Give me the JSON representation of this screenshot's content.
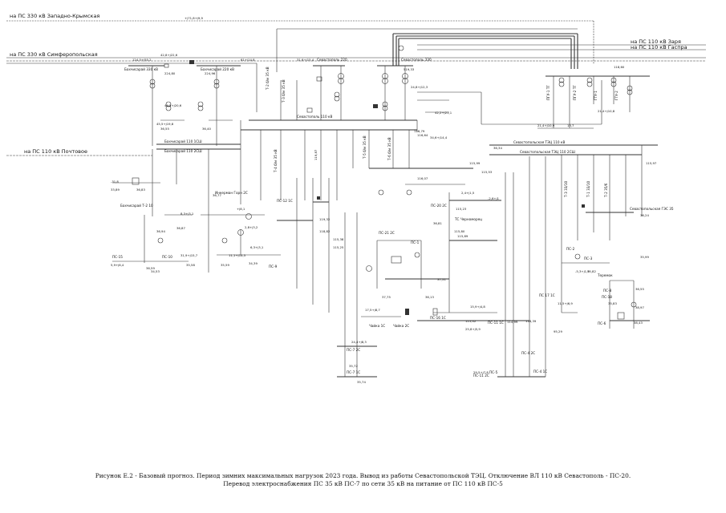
{
  "caption": {
    "line1": "Рисунок Е.2 - Базовый прогноз. Период зимних максимальных нагрузок 2023 года. Вывод из работы Севастопольской ТЭЦ. Отключение ВЛ 110 кВ Севастополь - ПС-20.",
    "line2": "Перевод электроснабжения ПС 35 кВ ПС-7 по сети 35 кВ на питание от ПС 110 кВ ПС-5"
  },
  "lines": {
    "zapadno_krymskaya": "на ПС 330 кВ Западно-Крымская",
    "simferopolskaya": "на ПС 330 кВ Симферопольская",
    "pochtovoe": "на ПС 110 кВ Почтовое",
    "zarya": "на ПС 110 кВ Заря",
    "gaspra": "на ПС 110 кВ Гаспра"
  },
  "substations": {
    "sevastopol_220": "Севастополь 220",
    "sevastopol_330": "Севастополь 330",
    "sevastopol_110": "Севастополь 110 кВ",
    "bakhchisaray_330": "Бахчисарай 330 кВ",
    "bakhchisaray_220": "Бахчисарай 220 кВ",
    "bakhchisaray_110_1": "Бахчисарай 110 1СШ",
    "bakhchisaray_110_2": "Бахчисарай 110 2СШ",
    "bakhchisaray_t2": "Бахчисарай Т-2 10",
    "inkerman_gory": "Инкерман Горн 2С",
    "ps12": "ПС-12 1С",
    "sevastopol_tec": "Севастопольская ТЭЦ 110 кВ",
    "sevastopol_tec_2": "Севастопольская ТЭЦ 110 2СШ",
    "sevastopol_ges": "Севастопольская ГЭС 35",
    "ps20": "ПС-20 2С",
    "ps21": "ПС-21 2С",
    "ps16": "ПС-16 1С",
    "ps15": "ПС-15",
    "ps10": "ПС-10",
    "ps9": "ПС-9",
    "ps7_1": "ПС-7 1С",
    "ps7_2": "ПС-7 2С",
    "ps5": "ПС-5",
    "ps4_1": "ПС-4 1С",
    "ps4_2": "ПС-4 2С",
    "ps3": "ПС-3",
    "ps8": "ПС-8",
    "ps11_1": "ПС-11 1С",
    "ps11_2": "ПС-11 2С",
    "ps17": "ПС 17 1С",
    "ps18": "ПС-18",
    "ps6": "ПС-6",
    "ps1": "ПС-1",
    "ps2": "ПС-2",
    "chaika_1": "Чайка 1С",
    "chaika_2": "Чайка 2С",
    "teremok": "Теремок",
    "ts_chernomorets": "ТС Черноморец",
    "bus_t2_ac": "Т-2 б/м 35 кВ",
    "bus_t3_ac": "Т-3 б/м 35 кВ",
    "bus_t4_ac": "Т-4 б/м 35 кВ",
    "bus_t5_ac": "Т-5 б/м 35 кВ",
    "bus_t6_ac": "Т-6 б/м 35 кВ",
    "pgu_1": "ПГУ-1 ТГ",
    "pgu_2": "ПГУ-2 ТГ",
    "gtu_1": "ГТУ-1",
    "gtu_2": "ГТУ-2",
    "tr_1": "Т-1 33/10",
    "tr_2": "Т-2 35/6",
    "tr_3": "Т-3 33/10"
  },
  "values": {
    "v1": "42,8+j22,6",
    "v2": "224,80",
    "v3": "224,96",
    "v4": "124,5+j55,2",
    "v5": "61+j14,8",
    "v6": "31,6+j15,4",
    "v7": "+j71,8+j9,9",
    "v8": "44,5+j20,6",
    "v9": "45,5+j19,8",
    "v10": "36,55",
    "v11": "36,40",
    "v12": "116,79",
    "v13": "116,64",
    "v14": "115,99",
    "v15": "115,97",
    "v16": "31,9+j15,7",
    "v17": "11,1+j14,5",
    "v18": "34,39",
    "v19": "35,59",
    "v20": "35,58",
    "v21": "6,3+j3,1",
    "v22": "5,9+j6,4",
    "v23": "34,53",
    "v24": "36,59",
    "v25": "119,87",
    "v26": "119,32",
    "v27": "118,82",
    "v28": "115,38",
    "v29": "115,25",
    "v30": "24,8+j12,3",
    "v31": "519,33",
    "v32": "42,2+j21,1",
    "v33": "34,6+j14,4",
    "v34": "37,75",
    "v35": "36,24",
    "v36": "35,99",
    "v37": "35,82",
    "v38": "35,83",
    "v39": "36,55",
    "v40": "38,97",
    "v41": "24,4+j8,3",
    "v42": "35,72",
    "v43": "35,74",
    "v44": "36,13",
    "v45": "17,5+j8,7",
    "v46": "29,5+j7,8",
    "v47": "25,8+j5,9",
    "v48": "11,5+j6,9",
    "v49": "21,4+j10,9",
    "v50": "95,29",
    "v51": "115,80",
    "v52": "115,23",
    "v53": "115,89",
    "v54": "115,02",
    "v55": "116,39",
    "v56": "114,99",
    "v57": "37,51",
    "v58": "-31,8",
    "v59": "-2,6+j1",
    "v60": "8,3+j3,1",
    "v61": "2,4+j1,5",
    "v62": "36,83",
    "v63": "118,60",
    "v64": "-5,3+j1,9",
    "v65": "15,9+j4,8",
    "v66": "36,34",
    "v67": "36,77",
    "v68": "36,87",
    "v69": "36,94",
    "v70": "+j8,1",
    "v71": "2,8+j3,2",
    "v72": "21,4+j10,8",
    "v73": "33,89",
    "v74": "115,53",
    "v75": "116,07",
    "v76": "13,7",
    "v77": "38,43",
    "v78": "36,81"
  }
}
